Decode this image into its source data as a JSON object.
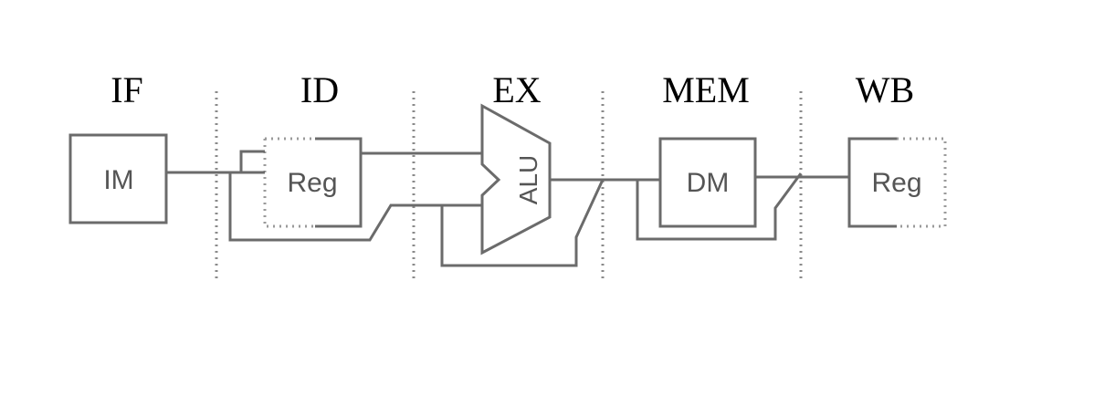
{
  "stages": {
    "if": "IF",
    "id": "ID",
    "ex": "EX",
    "mem": "MEM",
    "wb": "WB"
  },
  "components": {
    "instruction_memory": "IM",
    "register_file_read": "Reg",
    "alu": "ALU",
    "data_memory": "DM",
    "register_file_write": "Reg"
  }
}
